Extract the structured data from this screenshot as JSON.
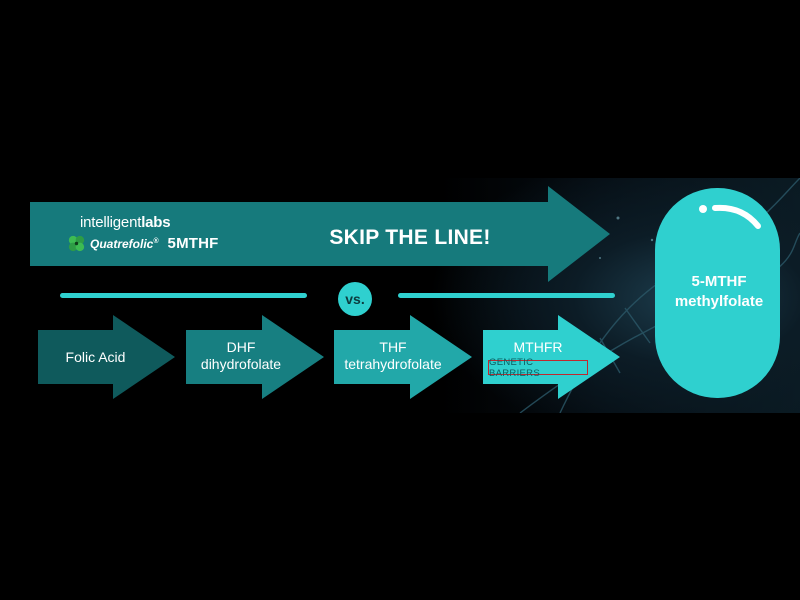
{
  "brand": {
    "company": "intelligentlabs",
    "company_light": "intelligent",
    "company_bold": "labs",
    "product_name": "Quatrefolic",
    "product_mark": "®",
    "product_suffix": "5MTHF"
  },
  "headline": "SKIP THE LINE!",
  "divider_label": "vs.",
  "steps": [
    {
      "line1": "Folic Acid",
      "line2": ""
    },
    {
      "line1": "DHF",
      "line2": "dihydrofolate"
    },
    {
      "line1": "THF",
      "line2": "tetrahydrofolate"
    },
    {
      "line1": "MTHFR",
      "line2": ""
    }
  ],
  "barrier_label": "GENETIC BARRIERS",
  "capsule": {
    "line1": "5-MTHF",
    "line2": "methylfolate"
  },
  "colors": {
    "accent": "#2fd0cf",
    "big_arrow": "#167a7c",
    "step1": "#0f5a5c",
    "step2": "#177f81",
    "step3": "#22a8a9",
    "step4": "#2fd0cf",
    "barrier_border": "#c0282e"
  }
}
